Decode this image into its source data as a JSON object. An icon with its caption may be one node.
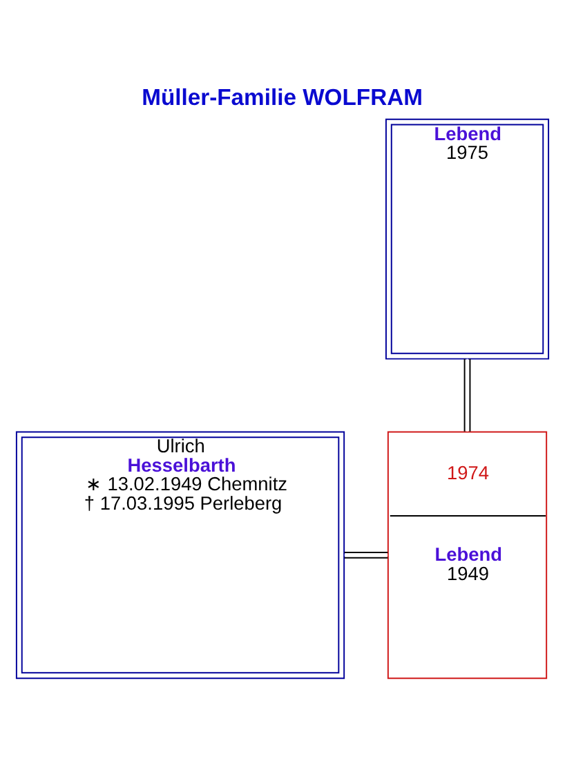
{
  "diagram": {
    "title": "Müller-Familie WOLFRAM",
    "nodes": [
      {
        "text": [
          "Lebend",
          "1975"
        ]
      },
      {
        "text": [
          "Ulrich",
          "Hesselbarth",
          "∗ 13.02.1949 Chemnitz",
          "† 17.03.1995 Perleberg"
        ]
      },
      {
        "text": [
          "1974",
          "Lebend",
          "1949"
        ]
      }
    ],
    "edges": [
      {
        "from": 0,
        "to": 2,
        "arrow": "none"
      },
      {
        "from": 1,
        "to": 2,
        "arrow": "none"
      }
    ]
  }
}
